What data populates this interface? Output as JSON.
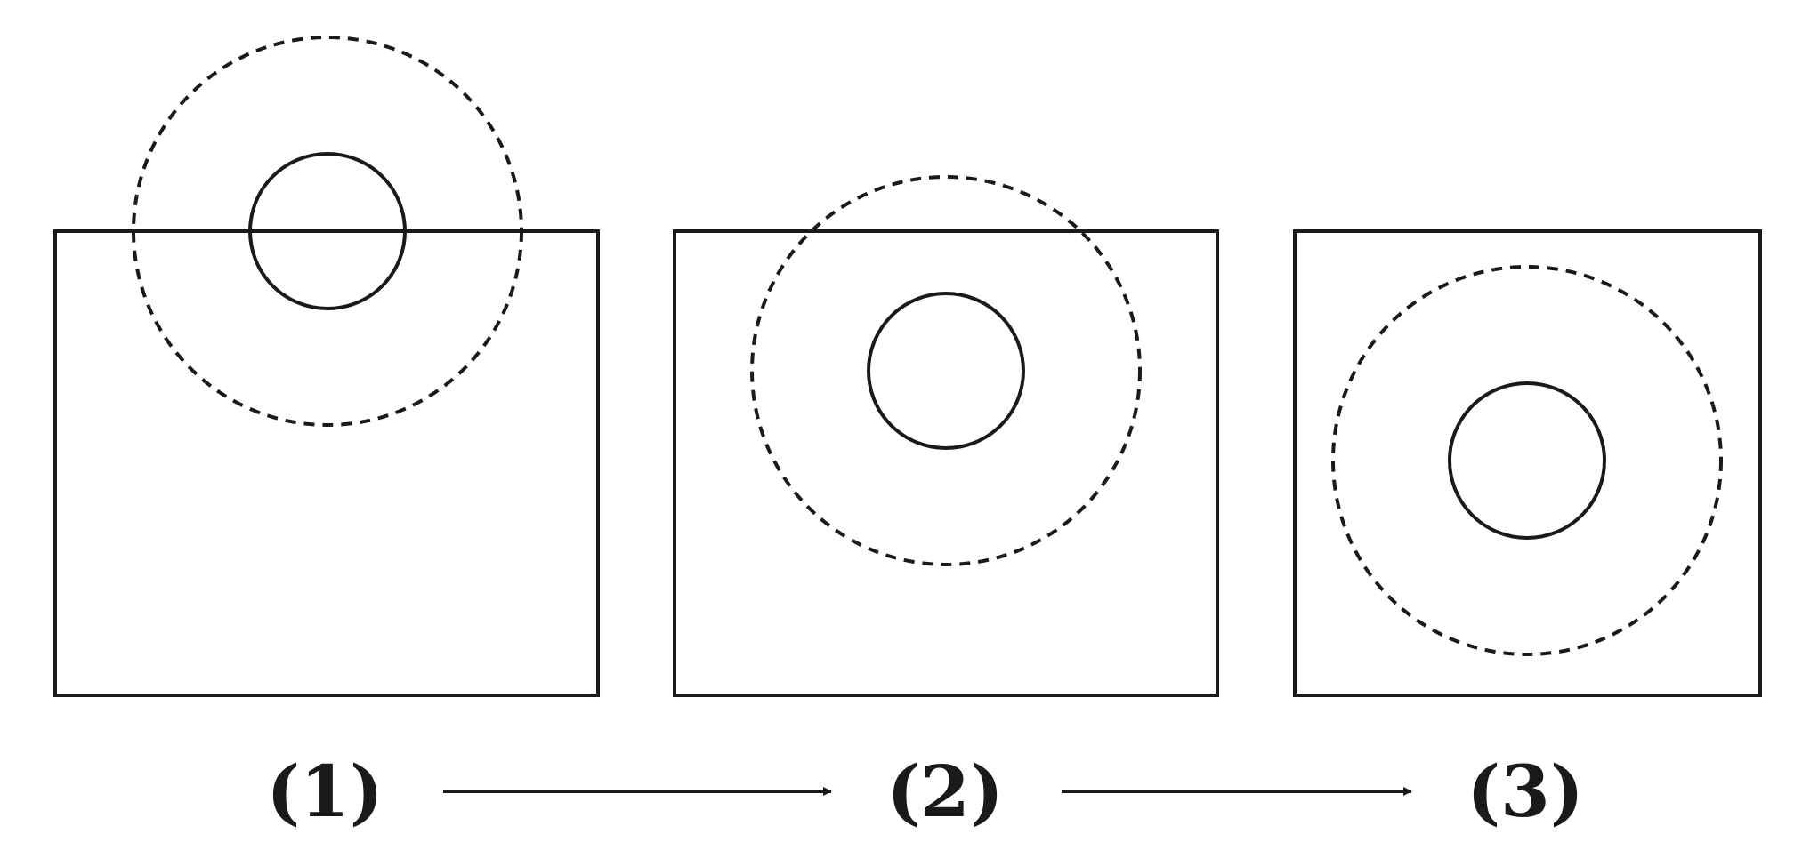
{
  "diagram": {
    "stages": [
      {
        "label": "(1)"
      },
      {
        "label": "(2)"
      },
      {
        "label": "(3)"
      }
    ],
    "colors": {
      "stroke": "#1a1a1a",
      "background": "#ffffff"
    },
    "legend_visible": false
  }
}
